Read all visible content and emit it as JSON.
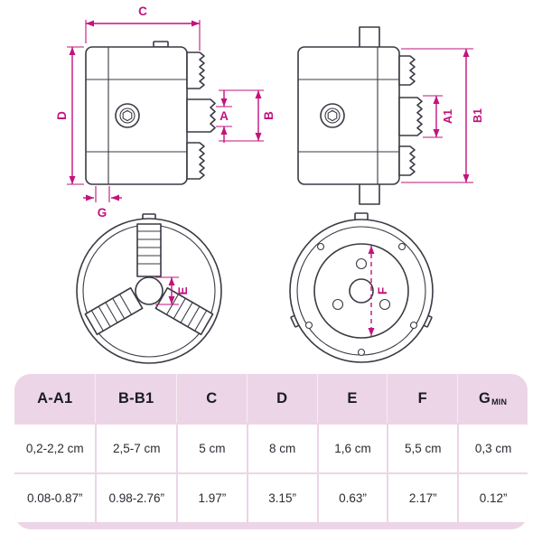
{
  "colors": {
    "accent": "#c2137e",
    "drawing_line": "#3a3a44",
    "table_background": "#ecd5e7",
    "header_text": "#1b1b29"
  },
  "diagram": {
    "labels": {
      "c": "C",
      "d": "D",
      "a": "A",
      "b": "B",
      "g": "G",
      "a1": "A1",
      "b1": "B1",
      "e": "E",
      "f": "F"
    }
  },
  "table": {
    "headers": [
      {
        "label": "A-A1"
      },
      {
        "label": "B-B1"
      },
      {
        "label": "C"
      },
      {
        "label": "D"
      },
      {
        "label": "E"
      },
      {
        "label": "F"
      },
      {
        "label": "G",
        "sub": "MIN"
      }
    ],
    "rows": [
      [
        "0,2-2,2 cm",
        "2,5-7 cm",
        "5 cm",
        "8 cm",
        "1,6 cm",
        "5,5 cm",
        "0,3 cm"
      ],
      [
        "0.08-0.87”",
        "0.98-2.76”",
        "1.97”",
        "3.15”",
        "0.63”",
        "2.17”",
        "0.12”"
      ]
    ]
  }
}
